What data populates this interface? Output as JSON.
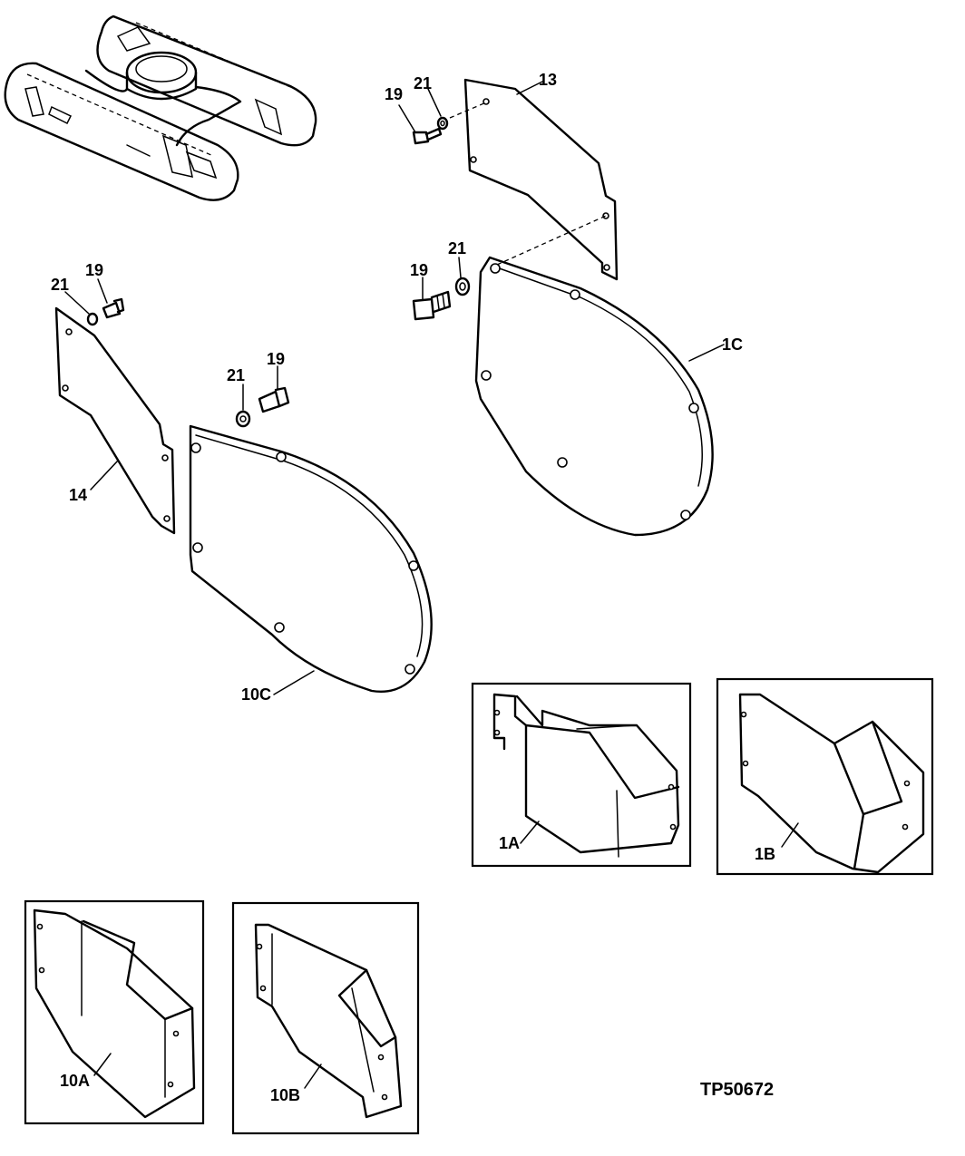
{
  "figure_code": "TP50672",
  "labels": {
    "p13": "13",
    "p19_top": "19",
    "p21_top": "21",
    "p19_mid": "19",
    "p21_mid": "21",
    "p1c": "1C",
    "p21_left": "21",
    "p19_left": "19",
    "p14": "14",
    "p21_center": "21",
    "p19_center": "19",
    "p10c": "10C",
    "p1a": "1A",
    "p1b": "1B",
    "p10a": "10A",
    "p10b": "10B"
  }
}
